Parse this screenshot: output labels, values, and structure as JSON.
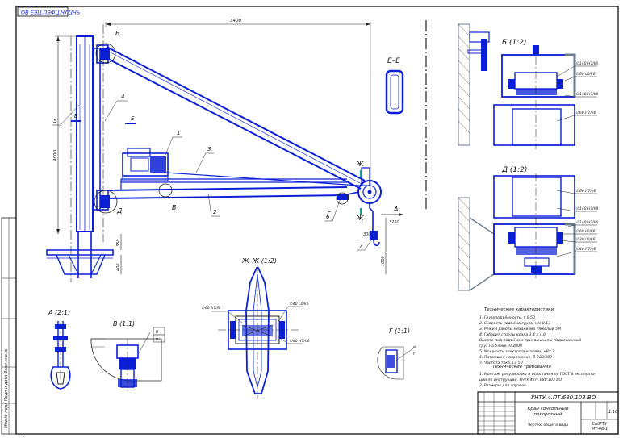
{
  "sheet": {
    "stamp_code": "ОВ ЕЭЦ.ПЭФЦ.ЧЛЦНЬ",
    "margin_text": "Инв № подл   Подп и дата   Взам инв №"
  },
  "main_view": {
    "callouts": [
      "1",
      "2",
      "3",
      "4",
      "5",
      "6",
      "7"
    ],
    "detail_marks": {
      "b": "Б",
      "v": "В",
      "d": "Д",
      "g": "Г",
      "zh1": "Ж",
      "zh2": "Ж",
      "e1": "Е",
      "e2": "Е",
      "a": "А"
    },
    "dims": {
      "span": "3400",
      "height": "4000",
      "d1": "350",
      "d2": "1000",
      "d3": "400",
      "d4": "3250",
      "d5": "300"
    }
  },
  "section_ee": {
    "title": "Е–Е"
  },
  "detail_b": {
    "title": "Б (1:2)",
    "fits": [
      "∅140 H7/k6",
      "∅60 L0/k6",
      "∅140 H7/h9",
      "∅60 H7/k6"
    ]
  },
  "detail_d": {
    "title": "Д (1:2)",
    "fits": [
      "∅60 H7/k6",
      "∅140 H7/h9",
      "∅140 H7/k6",
      "∅60 L0/k6",
      "∅30 L0/k6",
      "∅40 H7/k6"
    ]
  },
  "section_zhzh": {
    "title": "Ж–Ж (1:2)",
    "fits": [
      "∅60 H7/f6",
      "∅40 L0/k6",
      "∅40 H7/n6"
    ]
  },
  "detail_a": {
    "title": "А (2:1)"
  },
  "detail_v": {
    "title": "В (1:1)",
    "marks": [
      "б",
      "в"
    ]
  },
  "detail_g": {
    "title": "Г (1:1)",
    "marks": [
      "в",
      "г"
    ]
  },
  "specs": {
    "title": "Технические характеристики",
    "rows": [
      "1. Грузоподъёмность, т                              0,50",
      "2. Скорость подъёма груза, м/с                   0,13",
      "3. Режим работы механизма                       тяжелый 5М",
      "4. Габарит стрелы крана                              3,4 х 4,0",
      "Высота под подъёмом приложения и подвешенный",
      "груз на блоке, Н                                         2000",
      "5. Мощность электродвигателя, кВт                   3",
      "6. Питающее напряжение, В                       220/380",
      "7. Частота тока, Гц                                         50"
    ],
    "req_title": "Технические требования",
    "req_rows": [
      "1. Монтаж, регулировку и испытания по ГОСТ 8 эксплуата-",
      "   ции по инструкции. УНТУ.4.ПТ.680.103 ВО",
      "2. Размеры для справок"
    ]
  },
  "titleblock": {
    "code": "УНТУ.4.ПТ.680.103 ВО",
    "name": "Кран консольный\nповоротный",
    "subname": "Чертёж общего вида",
    "scale": "1:10",
    "org": "СибГТУ\nМТ-08-1"
  }
}
